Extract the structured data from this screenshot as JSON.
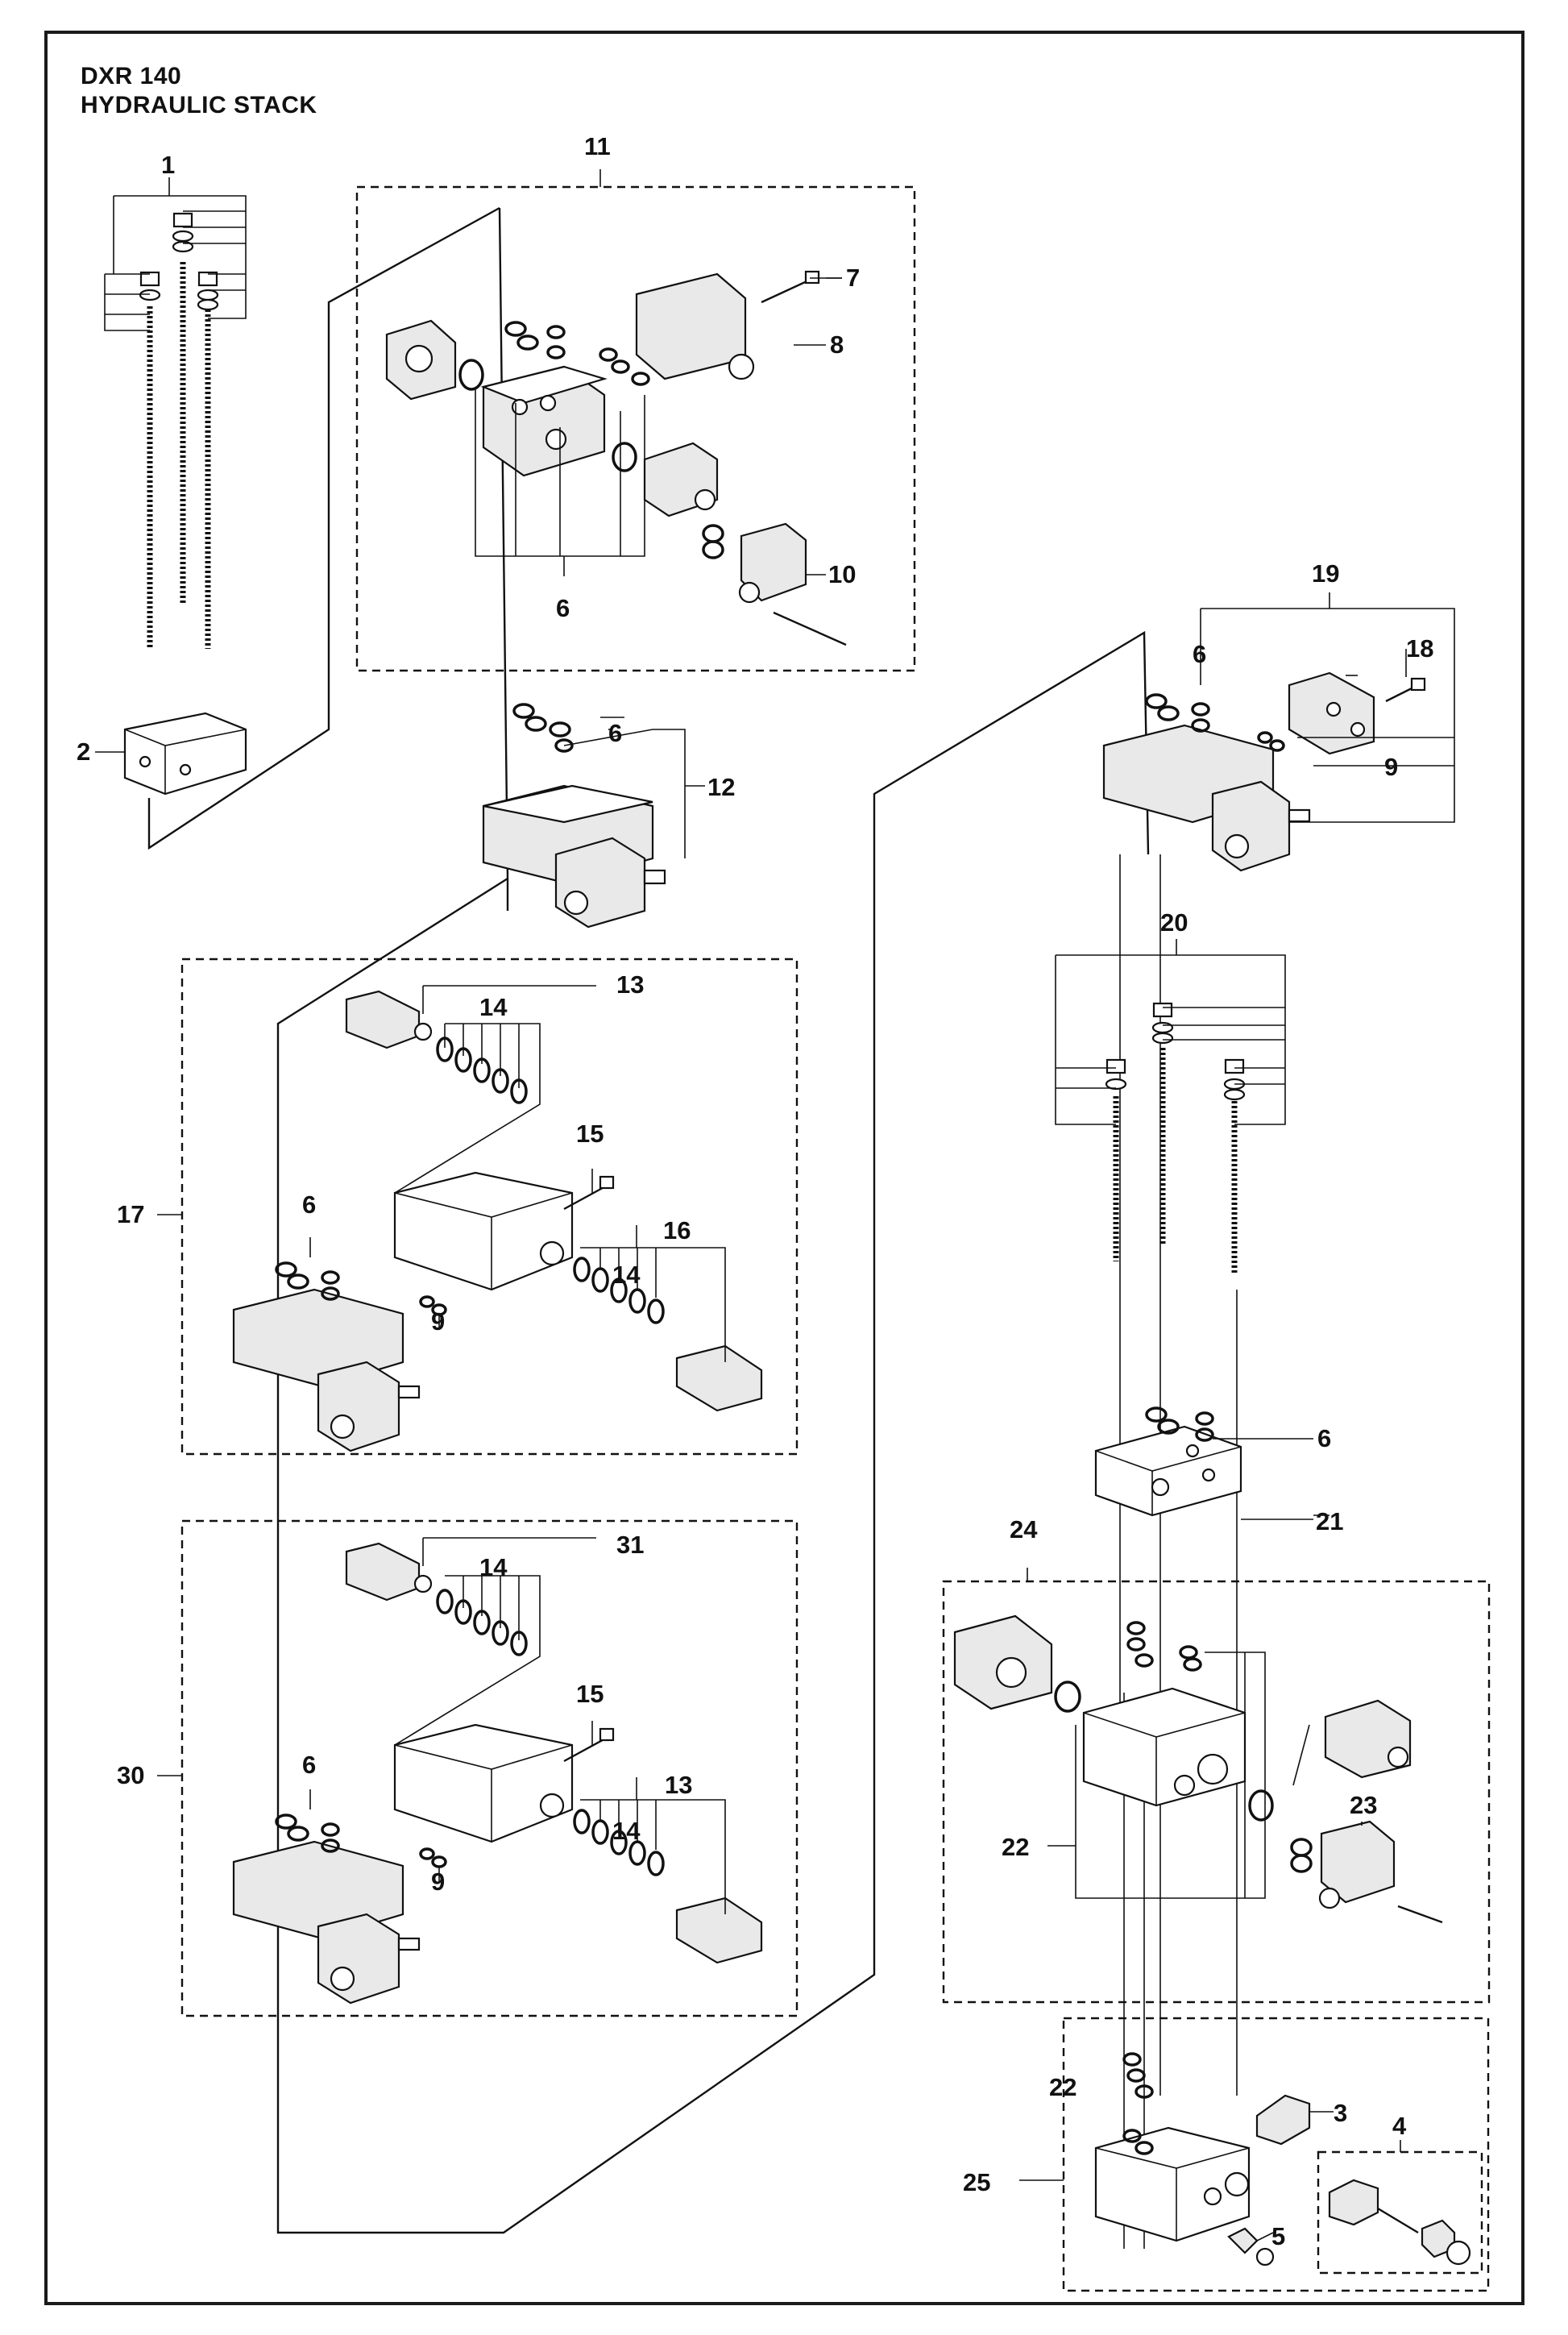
{
  "title": {
    "line1": "DXR 140",
    "line2": "HYDRAULIC STACK"
  },
  "callouts": {
    "c1": "1",
    "c2": "2",
    "c3": "3",
    "c4": "4",
    "c5": "5",
    "c6": "6",
    "c7": "7",
    "c8": "8",
    "c9": "9",
    "c10": "10",
    "c11": "11",
    "c12": "12",
    "c13": "13",
    "c14": "14",
    "c15": "15",
    "c16": "16",
    "c17": "17",
    "c18": "18",
    "c19": "19",
    "c20": "20",
    "c21": "21",
    "c22": "22",
    "c23": "23",
    "c24": "24",
    "c25": "25",
    "c30": "30",
    "c31": "31"
  }
}
